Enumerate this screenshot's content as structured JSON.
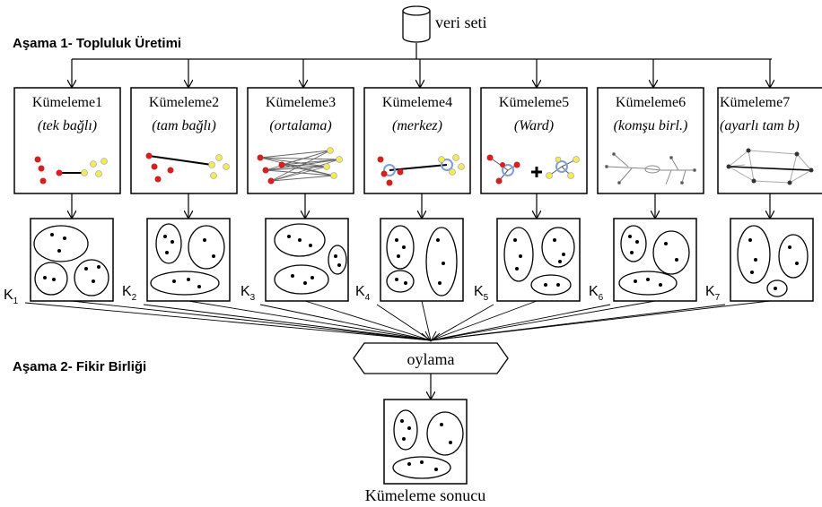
{
  "dataset_label": "veri seti",
  "stage1_label": "Aşama 1- Topluluk Üretimi",
  "stage2_label": "Aşama 2- Fikir Birliği",
  "voting_label": "oylama",
  "result_label": "Kümeleme sonucu",
  "methods": [
    {
      "title": "Kümeleme1",
      "subtitle": "(tek bağlı)",
      "k": "K",
      "k_sub": "1"
    },
    {
      "title": "Kümeleme2",
      "subtitle": "(tam bağlı)",
      "k": "K",
      "k_sub": "2"
    },
    {
      "title": "Kümeleme3",
      "subtitle": "(ortalama)",
      "k": "K",
      "k_sub": "3"
    },
    {
      "title": "Kümeleme4",
      "subtitle": "(merkez)",
      "k": "K",
      "k_sub": "4"
    },
    {
      "title": "Kümeleme5",
      "subtitle": "(Ward)",
      "k": "K",
      "k_sub": "5"
    },
    {
      "title": "Kümeleme6",
      "subtitle": "(komşu birl.)",
      "k": "K",
      "k_sub": "6"
    },
    {
      "title": "Kümeleme7",
      "subtitle": "(ayarlı tam b)",
      "k": "K",
      "k_sub": "7"
    }
  ],
  "colors": {
    "red_point": "#d42020",
    "yellow_point": "#f2ea5a",
    "blue_ring": "#7f9fd8",
    "line": "#000000"
  }
}
